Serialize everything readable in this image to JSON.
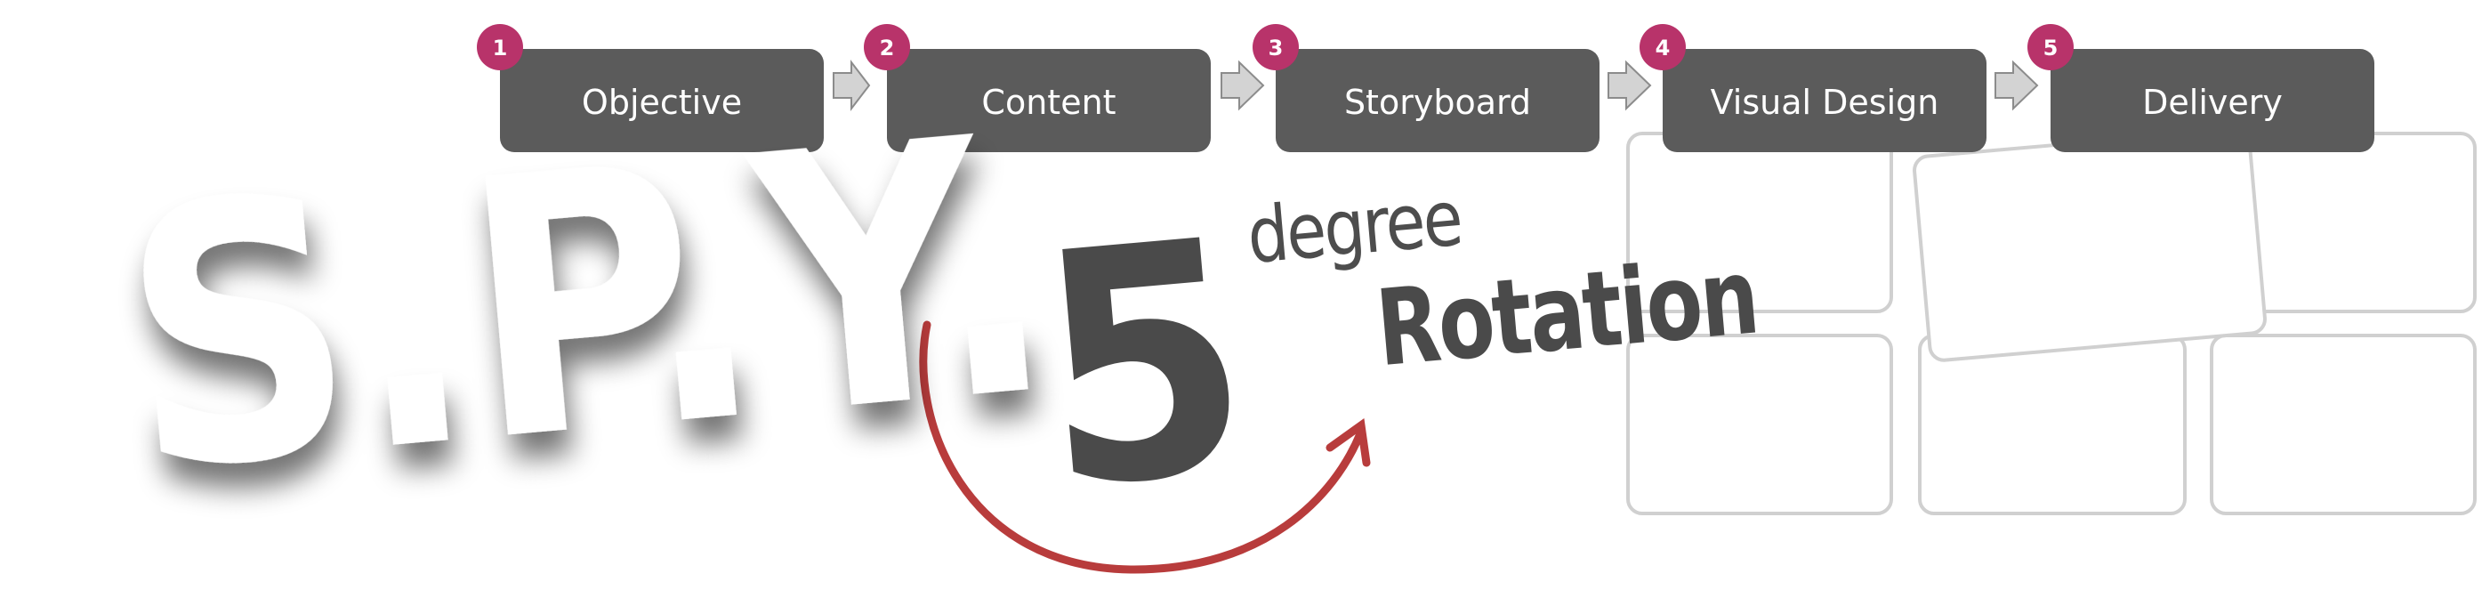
{
  "steps": [
    {
      "number": "1",
      "label": "Objective"
    },
    {
      "number": "2",
      "label": "Content"
    },
    {
      "number": "3",
      "label": "Storyboard"
    },
    {
      "number": "4",
      "label": "Visual Design"
    },
    {
      "number": "5",
      "label": "Delivery"
    }
  ],
  "headline": {
    "letters": "S.P.Y.",
    "number": "5",
    "small_word": "degree",
    "big_word": "Rotation"
  },
  "colors": {
    "step_box": "#5b5b5b",
    "badge": "#b8336a",
    "arrow_fill": "#d3d3d3",
    "rotation_arrow": "#b83c3c",
    "card_outline": "#d0d0d0"
  },
  "icons": {
    "step_connector": "chevron-arrow-right-icon",
    "rotation": "curved-arrow-icon"
  }
}
